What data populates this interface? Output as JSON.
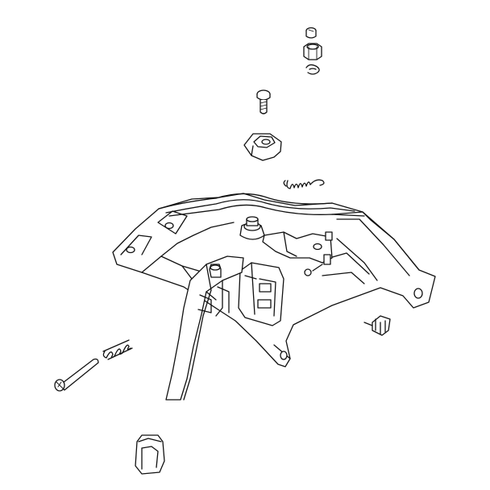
{
  "diagram": {
    "kind": "exploded-parts-view",
    "background": "#ffffff",
    "line_color": "#111111",
    "parts": [
      {
        "id": "shoulder-screw",
        "icon": "shoulder-screw-icon"
      },
      {
        "id": "hex-nut",
        "icon": "hex-nut-icon"
      },
      {
        "id": "e-clip",
        "icon": "e-clip-icon"
      },
      {
        "id": "pan-head-screw",
        "icon": "pan-head-screw-icon"
      },
      {
        "id": "cable-clamp",
        "icon": "cable-clamp-icon"
      },
      {
        "id": "extension-spring",
        "icon": "extension-spring-icon"
      },
      {
        "id": "control-bracket-assembly",
        "icon": "bracket-icon"
      },
      {
        "id": "cable-connector",
        "icon": "connector-icon"
      },
      {
        "id": "compression-spring",
        "icon": "compression-spring-icon"
      },
      {
        "id": "clevis-pin",
        "icon": "pin-icon"
      },
      {
        "id": "lever-knob",
        "icon": "knob-icon"
      }
    ]
  }
}
